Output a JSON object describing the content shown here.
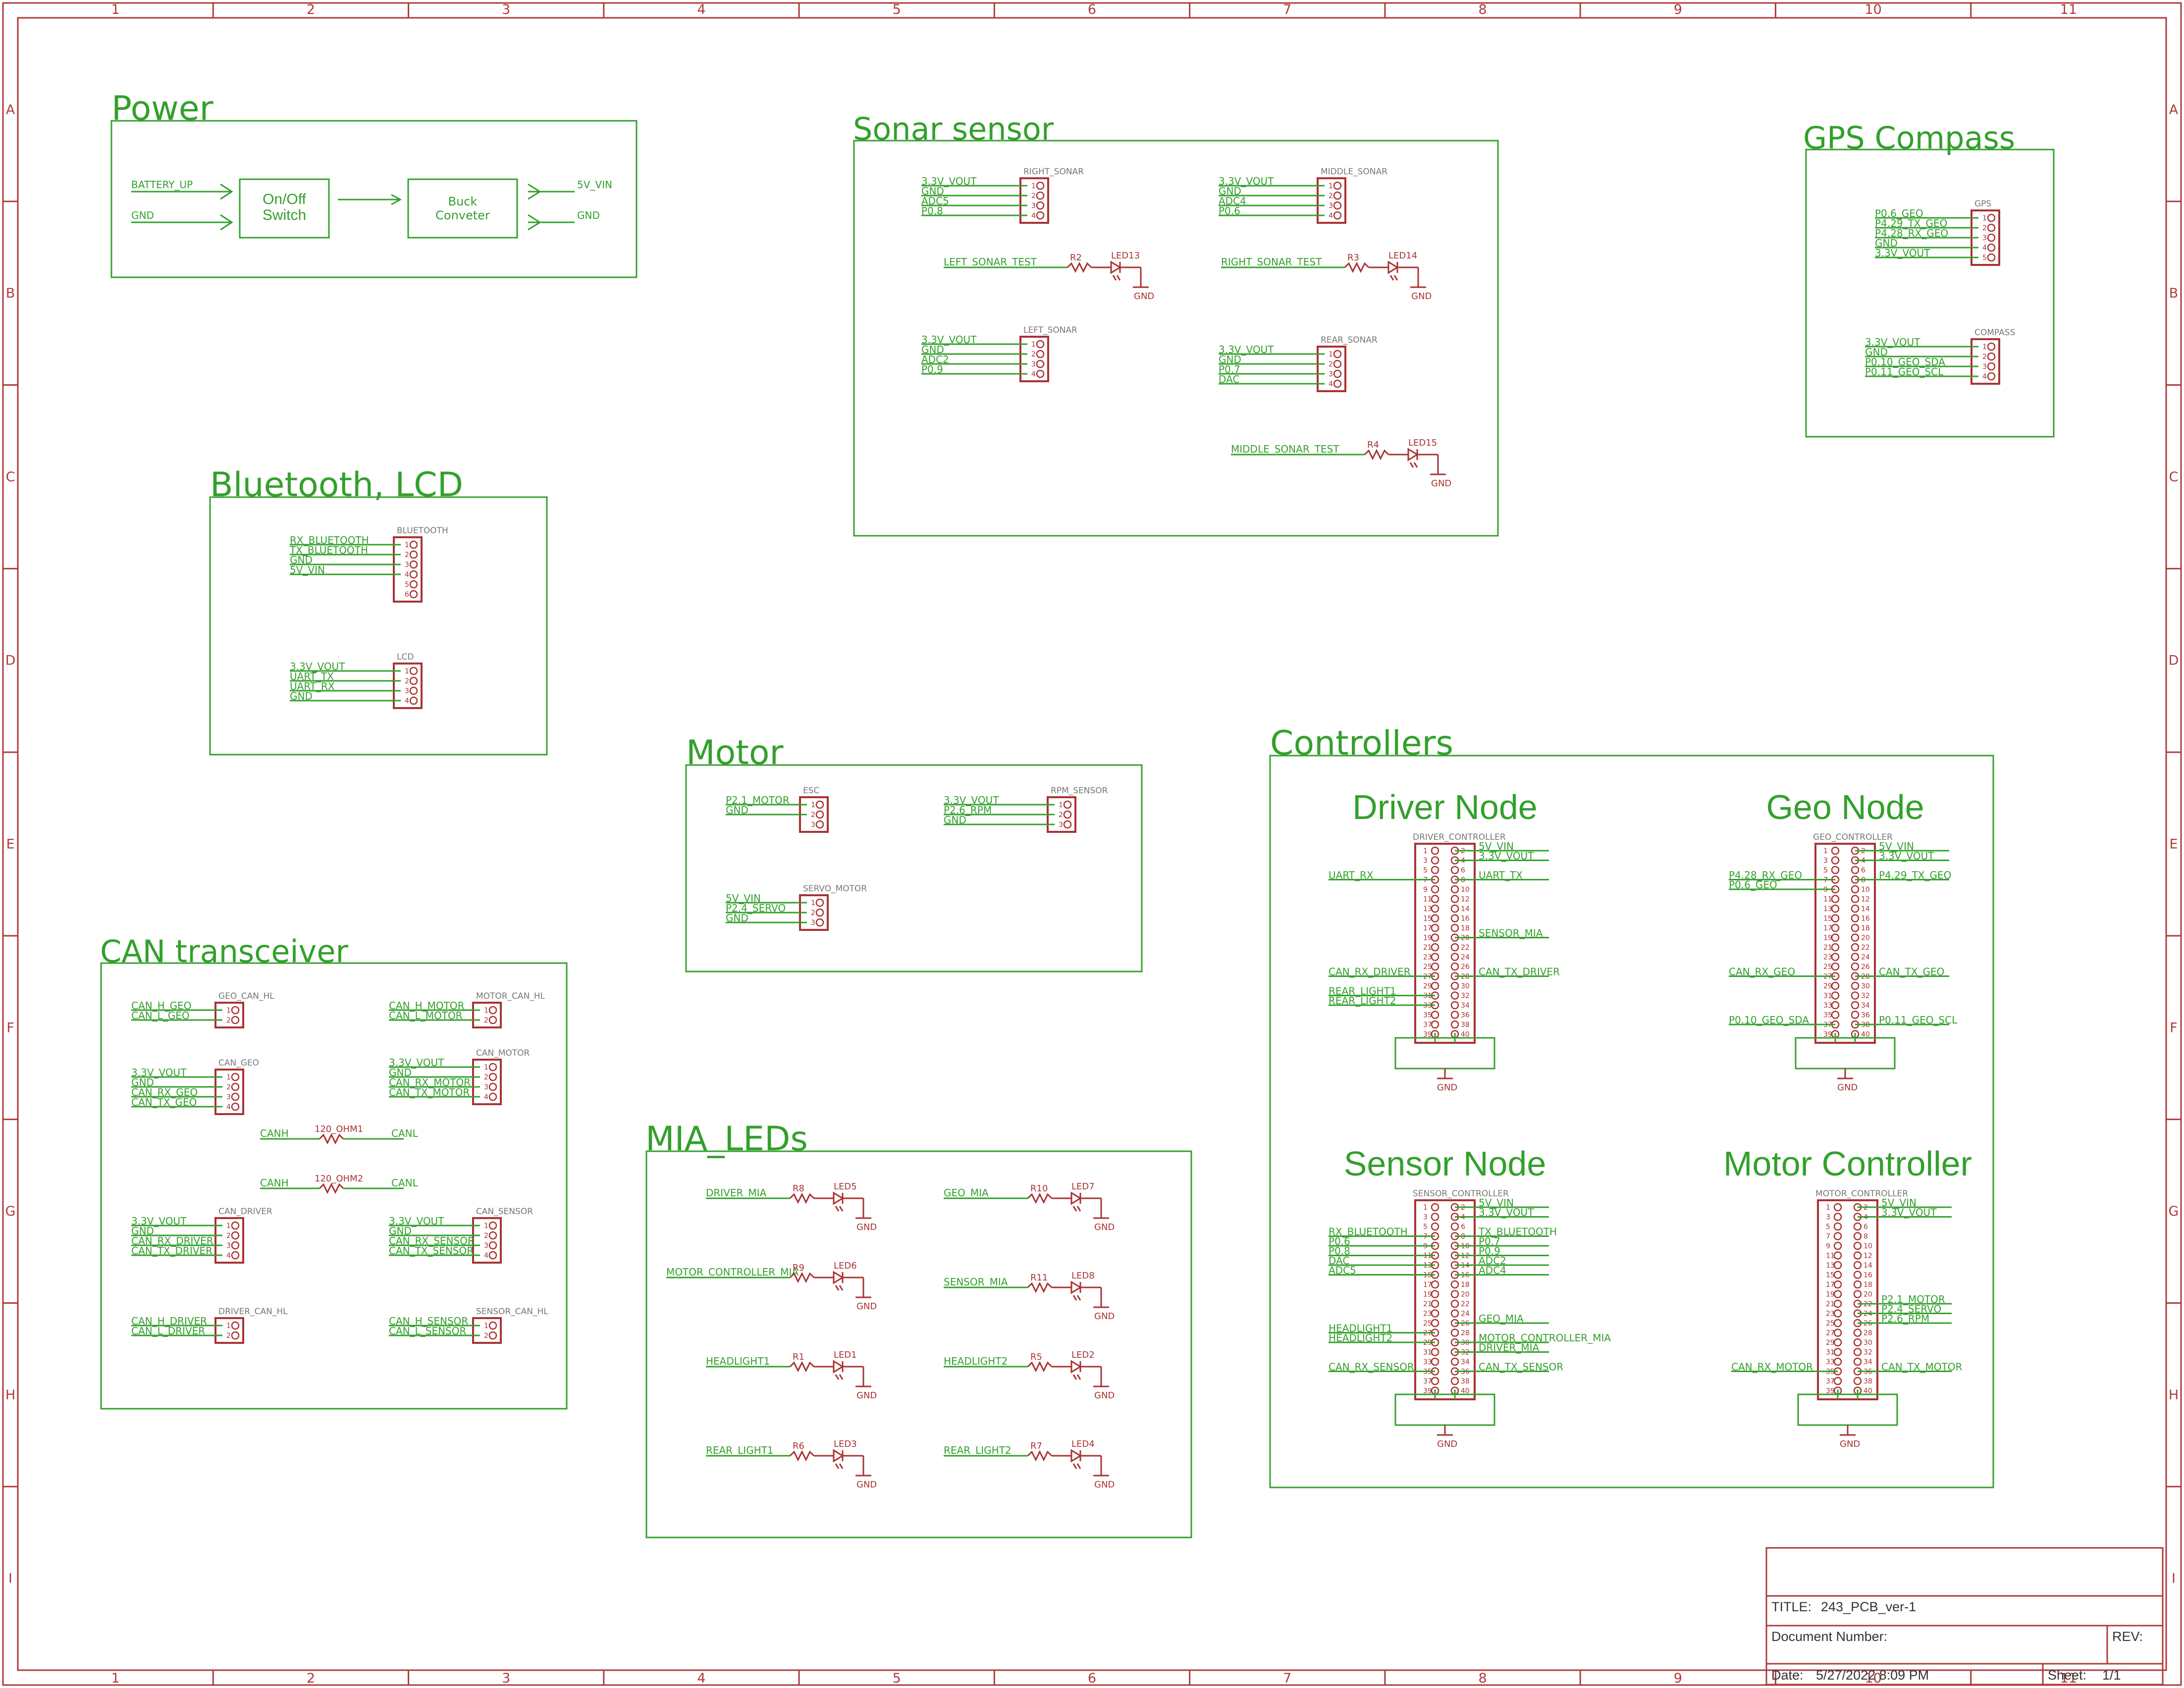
{
  "frame": {
    "columns": [
      "1",
      "2",
      "3",
      "4",
      "5",
      "6",
      "7",
      "8",
      "9",
      "10",
      "11"
    ],
    "rows": [
      "A",
      "B",
      "C",
      "D",
      "E",
      "F",
      "G",
      "H",
      "I"
    ]
  },
  "sections": {
    "power": "Power",
    "sonar": "Sonar sensor",
    "gps": "GPS Compass",
    "bluetooth": "Bluetooth, LCD",
    "motor": "Motor",
    "controllers": "Controllers",
    "can": "CAN transceiver",
    "mia": "MIA_LEDs"
  },
  "power": {
    "battery": "BATTERY_UP",
    "gnd_in": "GND",
    "switch_line1": "On/Off",
    "switch_line2": "Switch",
    "buck_line1": "Buck",
    "buck_line2": "Conveter",
    "vin_out": "5V_VIN",
    "gnd_out": "GND"
  },
  "sonar": {
    "right": {
      "name": "RIGHT_SONAR",
      "nets": [
        "3.3V_VOUT",
        "GND",
        "ADC5",
        "P0.8"
      ]
    },
    "middle": {
      "name": "MIDDLE_SONAR",
      "nets": [
        "3.3V_VOUT",
        "GND",
        "ADC4",
        "P0.6"
      ]
    },
    "left": {
      "name": "LEFT_SONAR",
      "nets": [
        "3.3V_VOUT",
        "GND",
        "ADC2",
        "P0.9"
      ]
    },
    "rear": {
      "name": "REAR_SONAR",
      "nets": [
        "3.3V_VOUT",
        "GND",
        "P0.7",
        "DAC"
      ]
    },
    "left_test": {
      "net": "LEFT_SONAR_TEST",
      "r": "R2",
      "led": "LED13",
      "gnd": "GND"
    },
    "right_test": {
      "net": "RIGHT_SONAR_TEST",
      "r": "R3",
      "led": "LED14",
      "gnd": "GND"
    },
    "middle_test": {
      "net": "MIDDLE_SONAR_TEST",
      "r": "R4",
      "led": "LED15",
      "gnd": "GND"
    }
  },
  "gps": {
    "gps": {
      "name": "GPS",
      "nets": [
        "P0.6_GEO",
        "P4.29_TX_GEO",
        "P4.28_RX_GEO",
        "GND",
        "3.3V_VOUT"
      ]
    },
    "compass": {
      "name": "COMPASS",
      "nets": [
        "3.3V_VOUT",
        "GND",
        "P0.10_GEO_SDA",
        "P0.11_GEO_SCL"
      ]
    }
  },
  "bluetooth": {
    "bt": {
      "name": "BLUETOOTH",
      "nets": [
        "RX_BLUETOOTH",
        "TX_BLUETOOTH",
        "GND",
        "5V_VIN"
      ]
    },
    "lcd": {
      "name": "LCD",
      "nets": [
        "3.3V_VOUT",
        "UART_TX",
        "UART_RX",
        "GND"
      ]
    }
  },
  "motor": {
    "esc": {
      "name": "ESC",
      "nets": [
        "P2.1_MOTOR",
        "GND"
      ]
    },
    "rpm": {
      "name": "RPM_SENSOR",
      "nets": [
        "3.3V_VOUT",
        "P2.6_RPM",
        "GND"
      ]
    },
    "servo": {
      "name": "SERVO_MOTOR",
      "nets": [
        "5V_VIN",
        "P2.4_SERVO",
        "GND"
      ]
    }
  },
  "controllers": {
    "driver": {
      "title": "Driver Node",
      "name": "DRIVER_CONTROLLER",
      "gnd": "GND",
      "left": [
        [
          "UART_RX",
          7
        ],
        [
          "CAN_RX_DRIVER",
          27
        ],
        [
          "REAR_LIGHT1",
          31
        ],
        [
          "REAR_LIGHT2",
          33
        ]
      ],
      "right": [
        [
          "5V_VIN",
          2
        ],
        [
          "3.3V_VOUT",
          4
        ],
        [
          "UART_TX",
          8
        ],
        [
          "SENSOR_MIA",
          20
        ],
        [
          "CAN_TX_DRIVER",
          28
        ]
      ]
    },
    "geo": {
      "title": "Geo Node",
      "name": "GEO_CONTROLLER",
      "gnd": "GND",
      "left": [
        [
          "P4.28_RX_GEO",
          7
        ],
        [
          "P0.6_GEO",
          9
        ],
        [
          "CAN_RX_GEO",
          27
        ],
        [
          "P0.10_GEO_SDA",
          37
        ]
      ],
      "right": [
        [
          "5V_VIN",
          2
        ],
        [
          "3.3V_VOUT",
          4
        ],
        [
          "P4.29_TX_GEO",
          8
        ],
        [
          "CAN_TX_GEO",
          28
        ],
        [
          "P0.11_GEO_SCL",
          38
        ]
      ]
    },
    "sensor": {
      "title": "Sensor Node",
      "name": "SENSOR_CONTROLLER",
      "gnd": "GND",
      "left": [
        [
          "RX_BLUETOOTH",
          7
        ],
        [
          "P0.6",
          9
        ],
        [
          "P0.8",
          11
        ],
        [
          "DAC",
          13
        ],
        [
          "ADC5",
          15
        ],
        [
          "HEADLIGHT1",
          27
        ],
        [
          "HEADLIGHT2",
          29
        ],
        [
          "CAN_RX_SENSOR",
          35
        ]
      ],
      "right": [
        [
          "5V_VIN",
          2
        ],
        [
          "3.3V_VOUT",
          4
        ],
        [
          "TX_BLUETOOTH",
          8
        ],
        [
          "P0.7",
          10
        ],
        [
          "P0.9",
          12
        ],
        [
          "ADC2",
          14
        ],
        [
          "ADC4",
          16
        ],
        [
          "GEO_MIA",
          26
        ],
        [
          "MOTOR_CONTROLLER_MIA",
          30
        ],
        [
          "DRIVER_MIA",
          32
        ],
        [
          "CAN_TX_SENSOR",
          36
        ]
      ]
    },
    "motorctl": {
      "title": "Motor Controller",
      "name": "MOTOR_CONTROLLER",
      "gnd": "GND",
      "left": [
        [
          "CAN_RX_MOTOR",
          35
        ]
      ],
      "right": [
        [
          "5V_VIN",
          2
        ],
        [
          "3.3V_VOUT",
          4
        ],
        [
          "P2.1_MOTOR",
          22
        ],
        [
          "P2.4_SERVO",
          24
        ],
        [
          "P2.6_RPM",
          26
        ],
        [
          "CAN_TX_MOTOR",
          36
        ]
      ]
    }
  },
  "can": {
    "geo_can_hl": {
      "name": "GEO_CAN_HL",
      "nets": [
        "CAN_H_GEO",
        "CAN_L_GEO"
      ]
    },
    "motor_can_hl": {
      "name": "MOTOR_CAN_HL",
      "nets": [
        "CAN_H_MOTOR",
        "CAN_L_MOTOR"
      ]
    },
    "can_geo": {
      "name": "CAN_GEO",
      "nets": [
        "3.3V_VOUT",
        "GND",
        "CAN_RX_GEO",
        "CAN_TX_GEO"
      ]
    },
    "can_motor": {
      "name": "CAN_MOTOR",
      "nets": [
        "3.3V_VOUT",
        "GND",
        "CAN_RX_MOTOR",
        "CAN_TX_MOTOR"
      ]
    },
    "r1": {
      "left": "CANH",
      "name": "120_OHM1",
      "right": "CANL"
    },
    "r2": {
      "left": "CANH",
      "name": "120_OHM2",
      "right": "CANL"
    },
    "can_driver": {
      "name": "CAN_DRIVER",
      "nets": [
        "3.3V_VOUT",
        "GND",
        "CAN_RX_DRIVER",
        "CAN_TX_DRIVER"
      ]
    },
    "can_sensor": {
      "name": "CAN_SENSOR",
      "nets": [
        "3.3V_VOUT",
        "GND",
        "CAN_RX_SENSOR",
        "CAN_TX_SENSOR"
      ]
    },
    "driver_can_hl": {
      "name": "DRIVER_CAN_HL",
      "nets": [
        "CAN_H_DRIVER",
        "CAN_L_DRIVER"
      ]
    },
    "sensor_can_hl": {
      "name": "SENSOR_CAN_HL",
      "nets": [
        "CAN_H_SENSOR",
        "CAN_L_SENSOR"
      ]
    }
  },
  "mia": [
    {
      "net": "DRIVER_MIA",
      "r": "R8",
      "led": "LED5",
      "gnd": "GND"
    },
    {
      "net": "GEO_MIA",
      "r": "R10",
      "led": "LED7",
      "gnd": "GND"
    },
    {
      "net": "MOTOR_CONTROLLER_MIA",
      "r": "R9",
      "led": "LED6",
      "gnd": "GND"
    },
    {
      "net": "SENSOR_MIA",
      "r": "R11",
      "led": "LED8",
      "gnd": "GND"
    },
    {
      "net": "HEADLIGHT1",
      "r": "R1",
      "led": "LED1",
      "gnd": "GND"
    },
    {
      "net": "HEADLIGHT2",
      "r": "R5",
      "led": "LED2",
      "gnd": "GND"
    },
    {
      "net": "REAR_LIGHT1",
      "r": "R6",
      "led": "LED3",
      "gnd": "GND"
    },
    {
      "net": "REAR_LIGHT2",
      "r": "R7",
      "led": "LED4",
      "gnd": "GND"
    }
  ],
  "titleblock": {
    "title_label": "TITLE:",
    "title": "243_PCB_ver-1",
    "docnum": "Document Number:",
    "rev": "REV:",
    "date_label": "Date:",
    "date": "5/27/2022 8:09 PM",
    "sheet_label": "Sheet:",
    "sheet": "1/1"
  }
}
